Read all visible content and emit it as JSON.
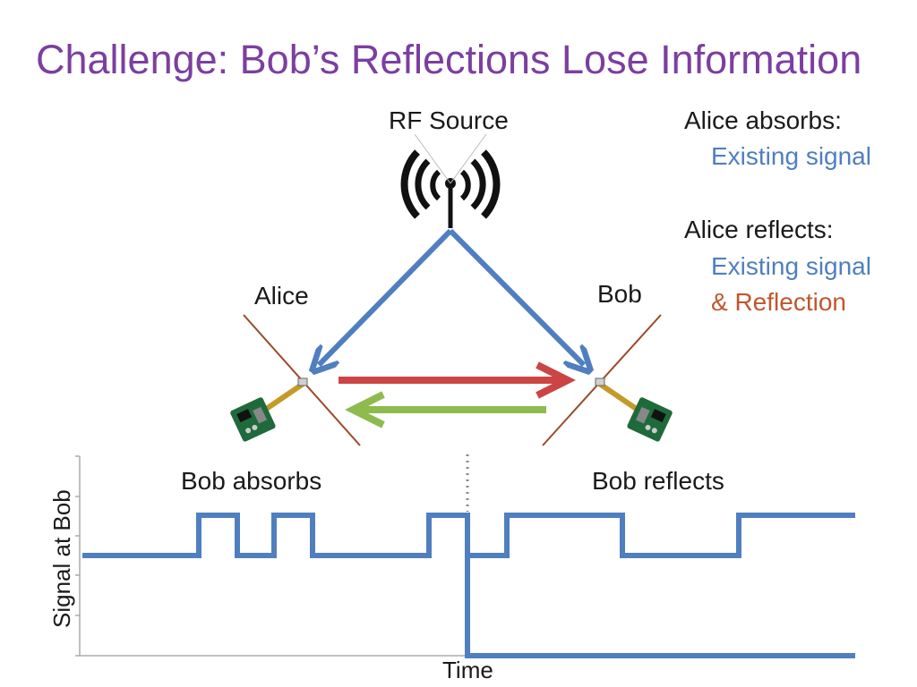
{
  "title": "Challenge: Bob’s Reflections Lose Information",
  "labels": {
    "rf_source": "RF Source",
    "alice": "Alice",
    "bob": "Bob"
  },
  "legend": {
    "absorbs_heading": "Alice absorbs:",
    "absorbs_item": "Existing signal",
    "reflects_heading": "Alice reflects:",
    "reflects_item1": "Existing signal",
    "reflects_item2": "& Reflection"
  },
  "timing": {
    "ylabel": "Signal at Bob",
    "xlabel": "Time",
    "phase_absorb": "Bob absorbs",
    "phase_reflect": "Bob reflects"
  },
  "colors": {
    "title": "#7b3fa0",
    "signal": "#4f7fbf",
    "reflection": "#c0562d",
    "alice_to_bob_arrow": "#cc4444",
    "bob_to_alice_arrow": "#8dbb4e",
    "antenna": "#111111"
  }
}
